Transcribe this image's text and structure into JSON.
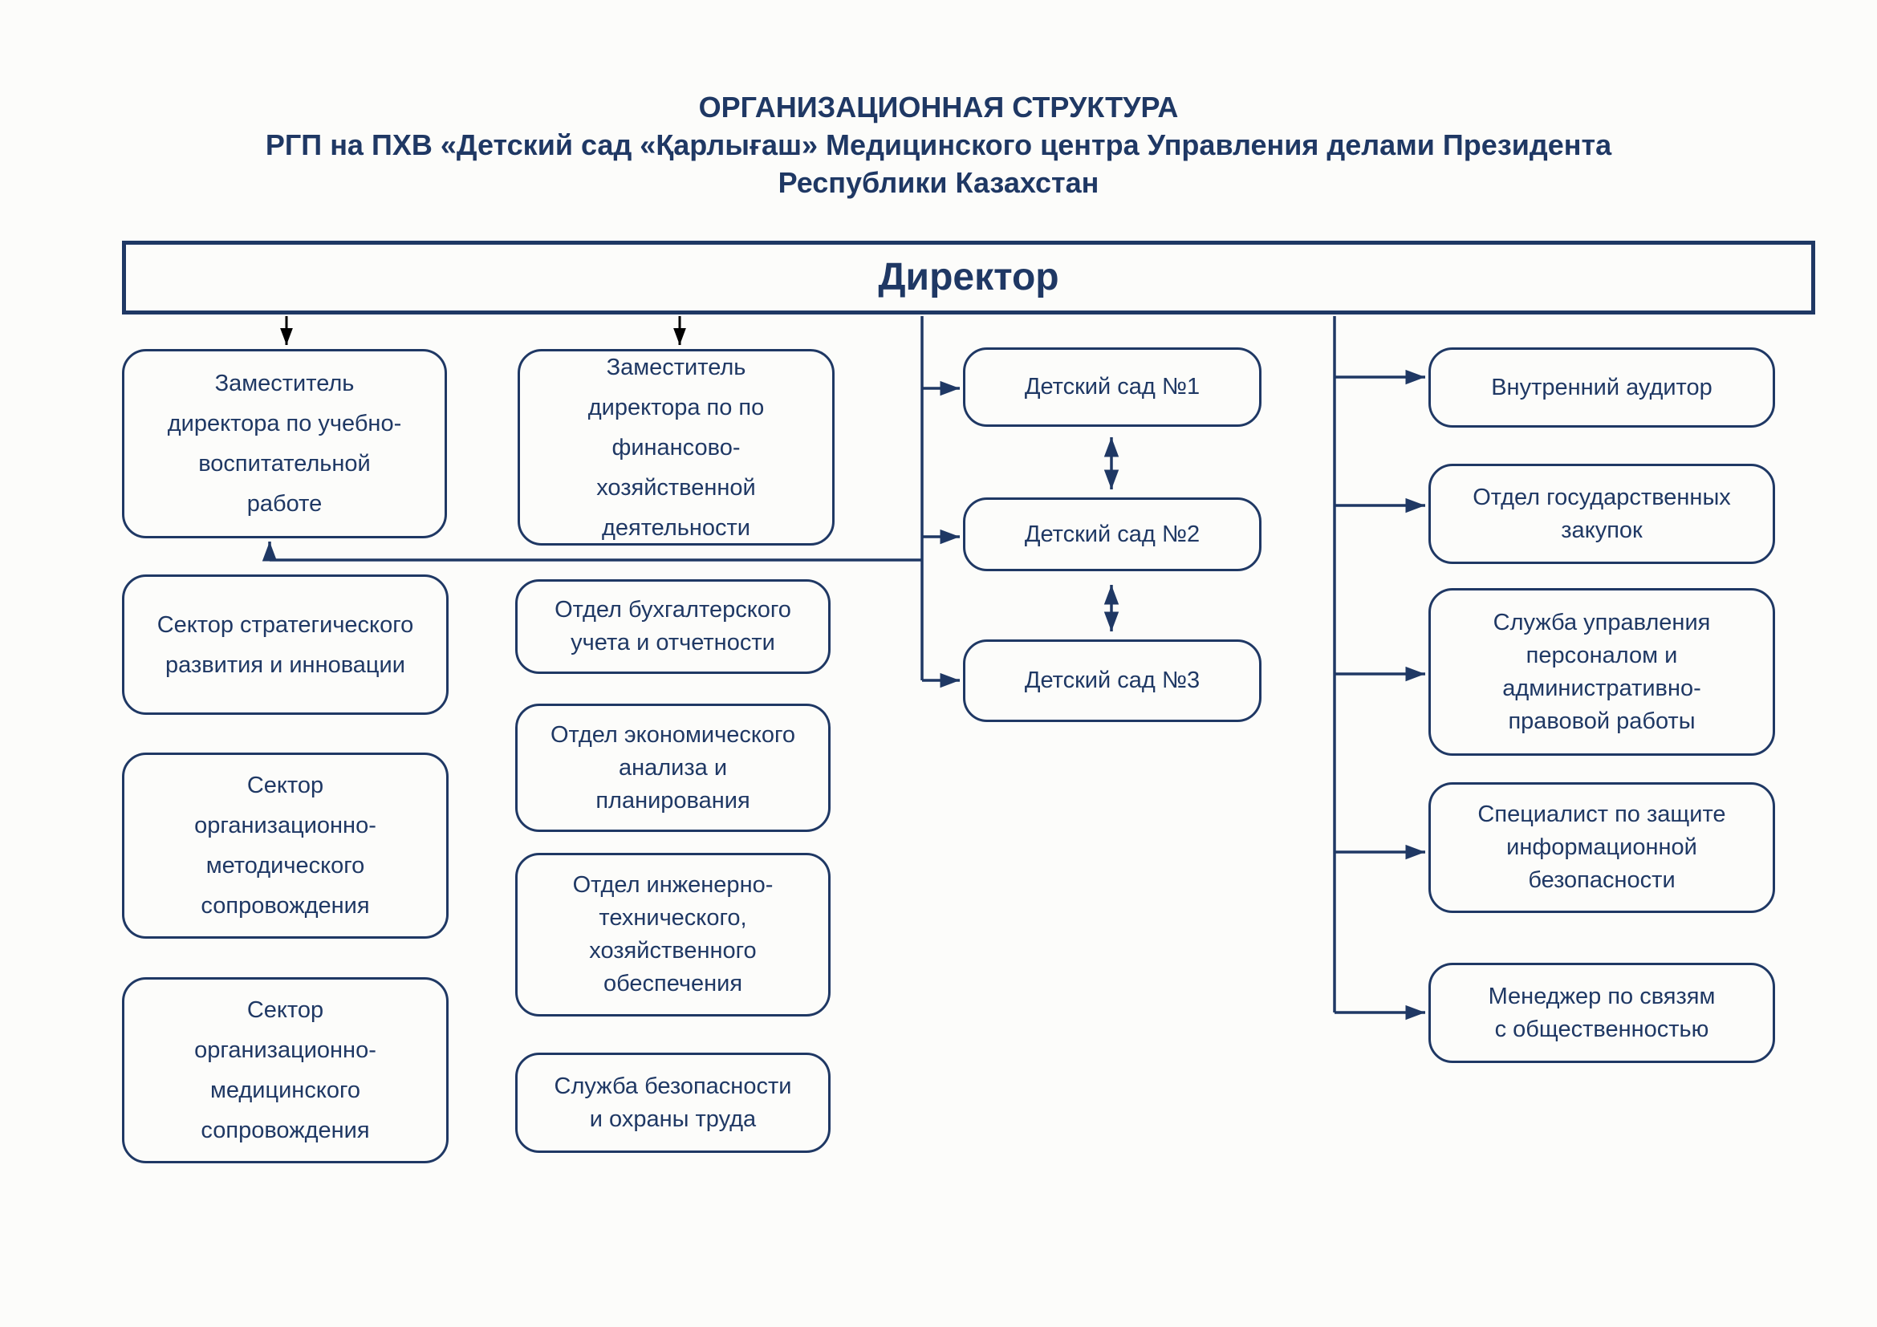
{
  "title": {
    "line1": "ОРГАНИЗАЦИОННАЯ СТРУКТУРА",
    "line2": "РГП на ПХВ «Детский сад «Қарлығаш» Медицинского центра Управления делами Президента",
    "line3": "Республики Казахстан"
  },
  "director": {
    "label": "Директор"
  },
  "left_column": [
    {
      "label": "Заместитель\nдиректора по учебно-\nвоспитательной\nработе"
    },
    {
      "label": "Сектор стратегического\nразвития и инновации"
    },
    {
      "label": "Сектор\nорганизационно-\nметодического\nсопровождения"
    },
    {
      "label": "Сектор\nорганизационно-\nмедицинского\nсопровождения"
    }
  ],
  "finance_column": [
    {
      "label": "Заместитель\nдиректора по по\nфинансово-\nхозяйственной\nдеятельности"
    },
    {
      "label": "Отдел бухгалтерского\nучета и отчетности"
    },
    {
      "label": "Отдел экономического\nанализа и\nпланирования"
    },
    {
      "label": "Отдел инженерно-\nтехнического,\nхозяйственного\nобеспечения"
    },
    {
      "label": "Служба безопасности\nи охраны труда"
    }
  ],
  "kindergartens": [
    {
      "label": "Детский сад №1"
    },
    {
      "label": "Детский сад №2"
    },
    {
      "label": "Детский сад №3"
    }
  ],
  "right_column": [
    {
      "label": "Внутренний аудитор"
    },
    {
      "label": "Отдел государственных\nзакупок"
    },
    {
      "label": "Служба управления\nперсоналом и\nадминистративно-\nправовой работы"
    },
    {
      "label": "Специалист по защите\nинформационной\nбезопасности"
    },
    {
      "label": "Менеджер по связям\nс общественностью"
    }
  ],
  "colors": {
    "line_navy": "#1f3864",
    "arrow_black": "#000000",
    "background": "#fcfcfa"
  }
}
